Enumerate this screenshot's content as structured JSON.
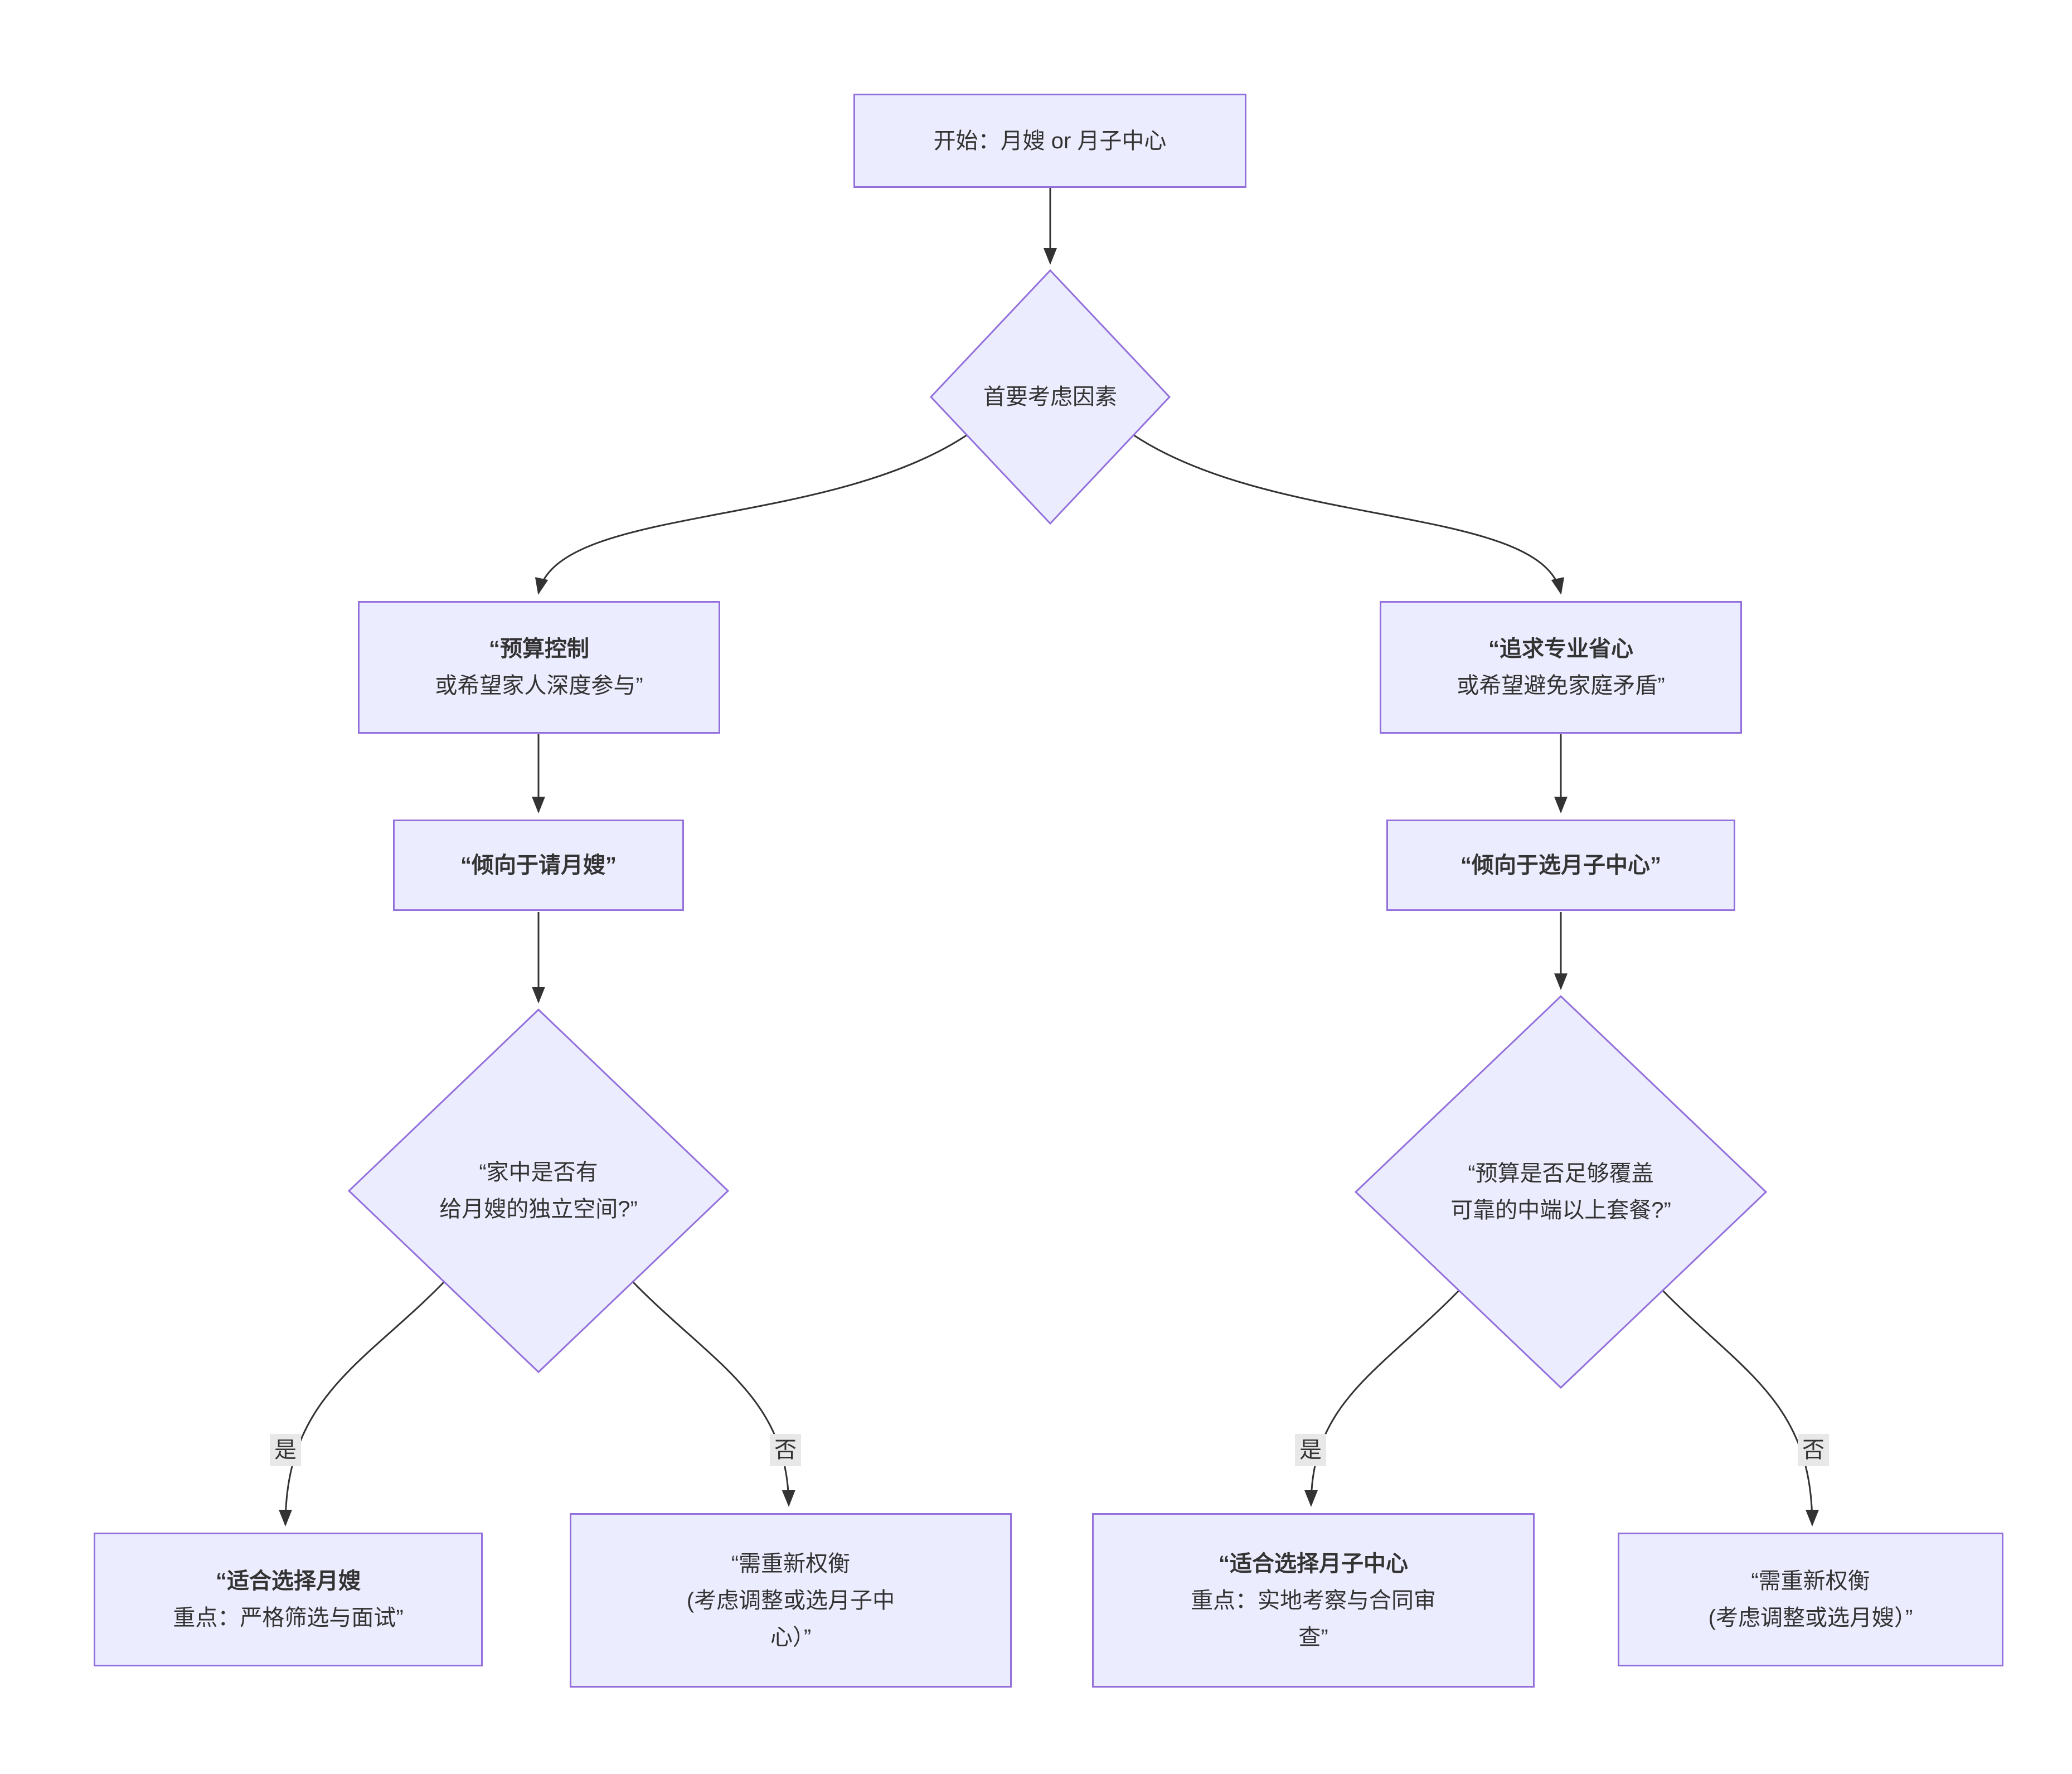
{
  "theme": {
    "node_fill": "#ECECFF",
    "node_border": "#9370DB",
    "edge_color": "#333333",
    "text_color": "#333333",
    "label_bg": "#e8e8e8",
    "canvas_bg": "#ffffff"
  },
  "nodes": {
    "start": {
      "line1": "开始：月嫂 or 月子中心"
    },
    "decision_primary": {
      "line1": "首要考虑因素"
    },
    "left_reason": {
      "line1": "“预算控制",
      "line2": "或希望家人深度参与”"
    },
    "right_reason": {
      "line1": "“追求专业省心",
      "line2": "或希望避免家庭矛盾”"
    },
    "left_tendency": {
      "line1": "“倾向于请月嫂”"
    },
    "right_tendency": {
      "line1": "“倾向于选月子中心”"
    },
    "left_question": {
      "line1": "“家中是否有",
      "line2": "给月嫂的独立空间?”"
    },
    "right_question": {
      "line1": "“预算是否足够覆盖",
      "line2": "可靠的中端以上套餐?”"
    },
    "left_yes_result": {
      "line1": "“适合选择月嫂",
      "line2": "重点：严格筛选与面试”"
    },
    "left_no_result": {
      "line1": "“需重新权衡",
      "line2": "(考虑调整或选月子中",
      "line3": "心）”"
    },
    "right_yes_result": {
      "line1": "“适合选择月子中心",
      "line2": "重点：实地考察与合同审",
      "line3": "查”"
    },
    "right_no_result": {
      "line1": "“需重新权衡",
      "line2": "(考虑调整或选月嫂）”"
    }
  },
  "edge_labels": {
    "left_yes": "是",
    "left_no": "否",
    "right_yes": "是",
    "right_no": "否"
  }
}
